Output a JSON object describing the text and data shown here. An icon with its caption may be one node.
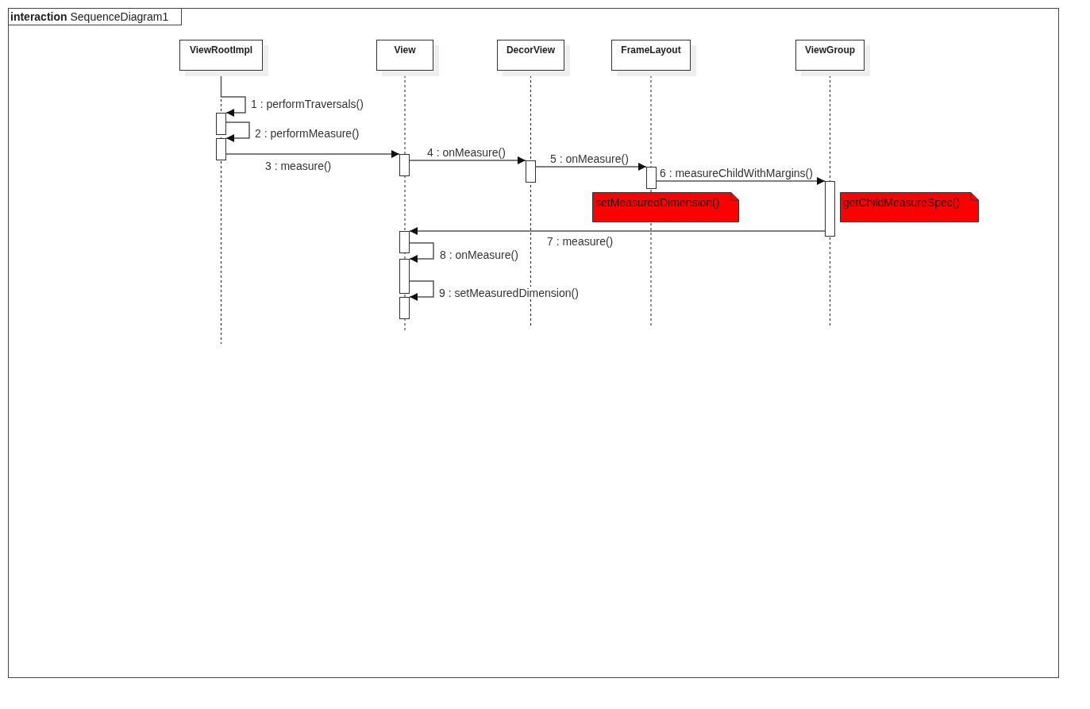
{
  "diagram": {
    "nodes": [
      {
        "text": [
          "**interaction** SequenceDiagram1"
        ]
      },
      {
        "text": [
          "ViewRootImpl"
        ],
        "in": 0
      },
      {
        "text": [
          "View"
        ],
        "in": 0
      },
      {
        "text": [
          "DecorView"
        ],
        "in": 0
      },
      {
        "text": [
          "FrameLayout"
        ],
        "in": 0
      },
      {
        "text": [
          "ViewGroup"
        ],
        "in": 0
      },
      {
        "text": [],
        "shape": "bar",
        "in": 0
      },
      {
        "text": [],
        "shape": "bar",
        "in": 0
      },
      {
        "text": [],
        "shape": "bar",
        "in": 0
      },
      {
        "text": [],
        "shape": "bar",
        "in": 0
      },
      {
        "text": [],
        "shape": "bar",
        "in": 0
      },
      {
        "text": [],
        "shape": "bar",
        "in": 0
      },
      {
        "text": [
          "setMeasuredDimension()"
        ],
        "in": 0
      },
      {
        "text": [
          "getChildMeasureSpec()"
        ],
        "in": 0
      },
      {
        "text": [],
        "shape": "bar",
        "in": 0
      },
      {
        "text": [],
        "shape": "bar",
        "in": 0
      },
      {
        "text": [],
        "shape": "bar",
        "in": 0
      }
    ],
    "edges": [
      {
        "from": 1,
        "to": 6,
        "arrow": "to",
        "label": "1 : performTraversals()"
      },
      {
        "from": 6,
        "to": 7,
        "arrow": "to",
        "label": "2 : performMeasure()"
      },
      {
        "from": 7,
        "to": 8,
        "arrow": "to",
        "label": "3 : measure()"
      },
      {
        "from": 8,
        "to": 9,
        "arrow": "to",
        "label": "4 : onMeasure()"
      },
      {
        "from": 9,
        "to": 10,
        "arrow": "to",
        "label": "5 : onMeasure()"
      },
      {
        "from": 10,
        "to": 11,
        "arrow": "to",
        "label": "6 : measureChildWithMargins()"
      },
      {
        "from": 11,
        "to": 14,
        "arrow": "to",
        "label": "7 : measure()"
      },
      {
        "from": 14,
        "to": 15,
        "arrow": "to",
        "label": "8 : onMeasure()"
      },
      {
        "from": 15,
        "to": 16,
        "arrow": "to",
        "label": "9 : setMeasuredDimension()"
      }
    ]
  }
}
